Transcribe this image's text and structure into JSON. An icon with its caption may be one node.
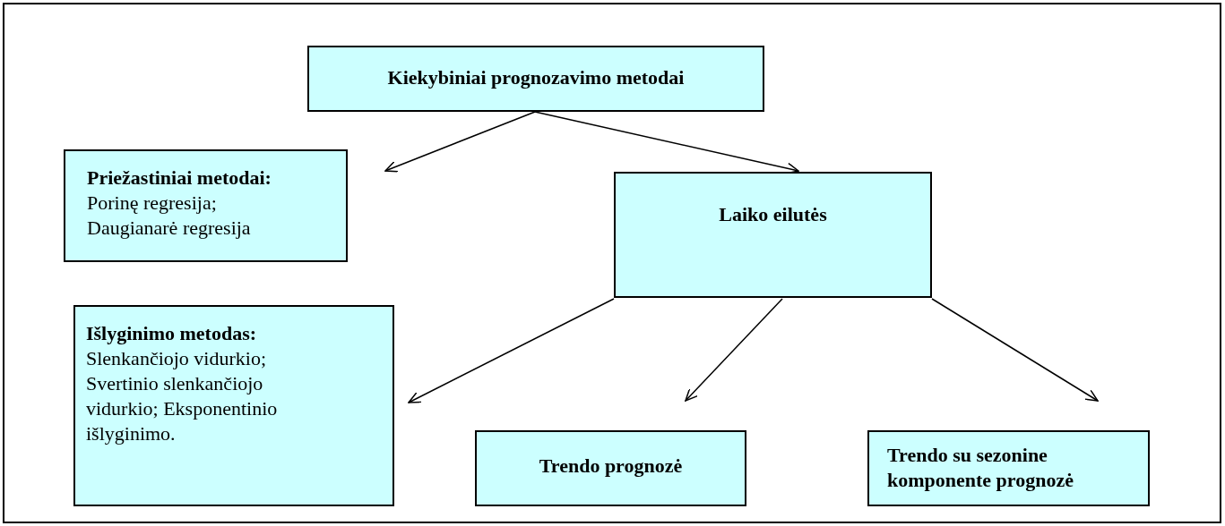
{
  "diagram": {
    "nodes": [
      {
        "text": [
          "Kiekybiniai prognozavimo metodai"
        ]
      },
      {
        "text": [
          "Priežastiniai metodai:",
          "Porinę regresija; Daugianarė regresija"
        ]
      },
      {
        "text": [
          "Laiko eilutės"
        ]
      },
      {
        "text": [
          "Išlyginimo metodas:",
          "Slenkančiojo vidurkio; Svertinio slenkančiojo vidurkio; Eksponentinio išlyginimo."
        ]
      },
      {
        "text": [
          "Trendo prognozė"
        ]
      },
      {
        "text": [
          "Trendo su sezonine komponente prognozė"
        ]
      }
    ],
    "edges": [
      {
        "from": 0,
        "to": 1,
        "arrow": "to"
      },
      {
        "from": 0,
        "to": 2,
        "arrow": "to"
      },
      {
        "from": 2,
        "to": 3,
        "arrow": "to"
      },
      {
        "from": 2,
        "to": 4,
        "arrow": "to"
      },
      {
        "from": 2,
        "to": 5,
        "arrow": "to"
      }
    ]
  }
}
